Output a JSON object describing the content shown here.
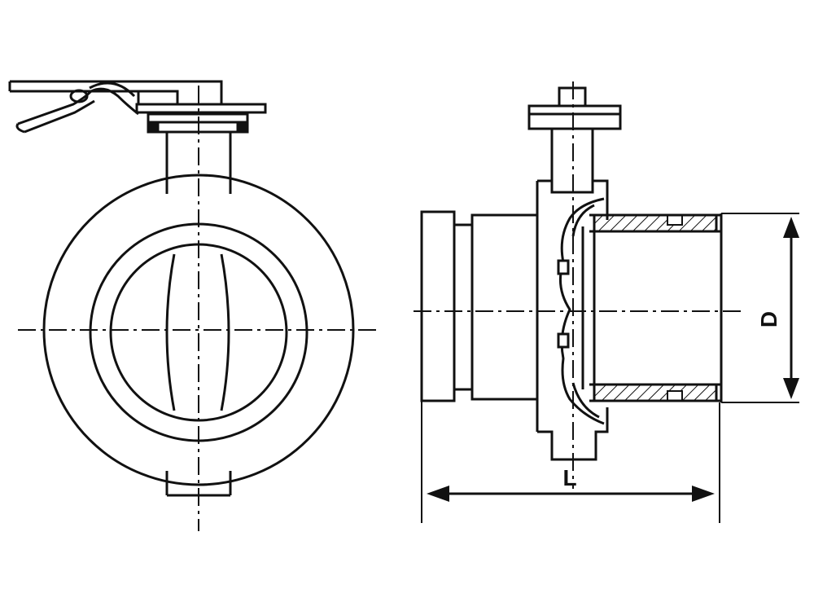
{
  "diagram": {
    "line_color": "#111111",
    "background": "#ffffff",
    "views": {
      "front": "front-view",
      "side": "side-section-view"
    },
    "dimensions": {
      "diameter_label": "D",
      "length_label": "L"
    }
  }
}
